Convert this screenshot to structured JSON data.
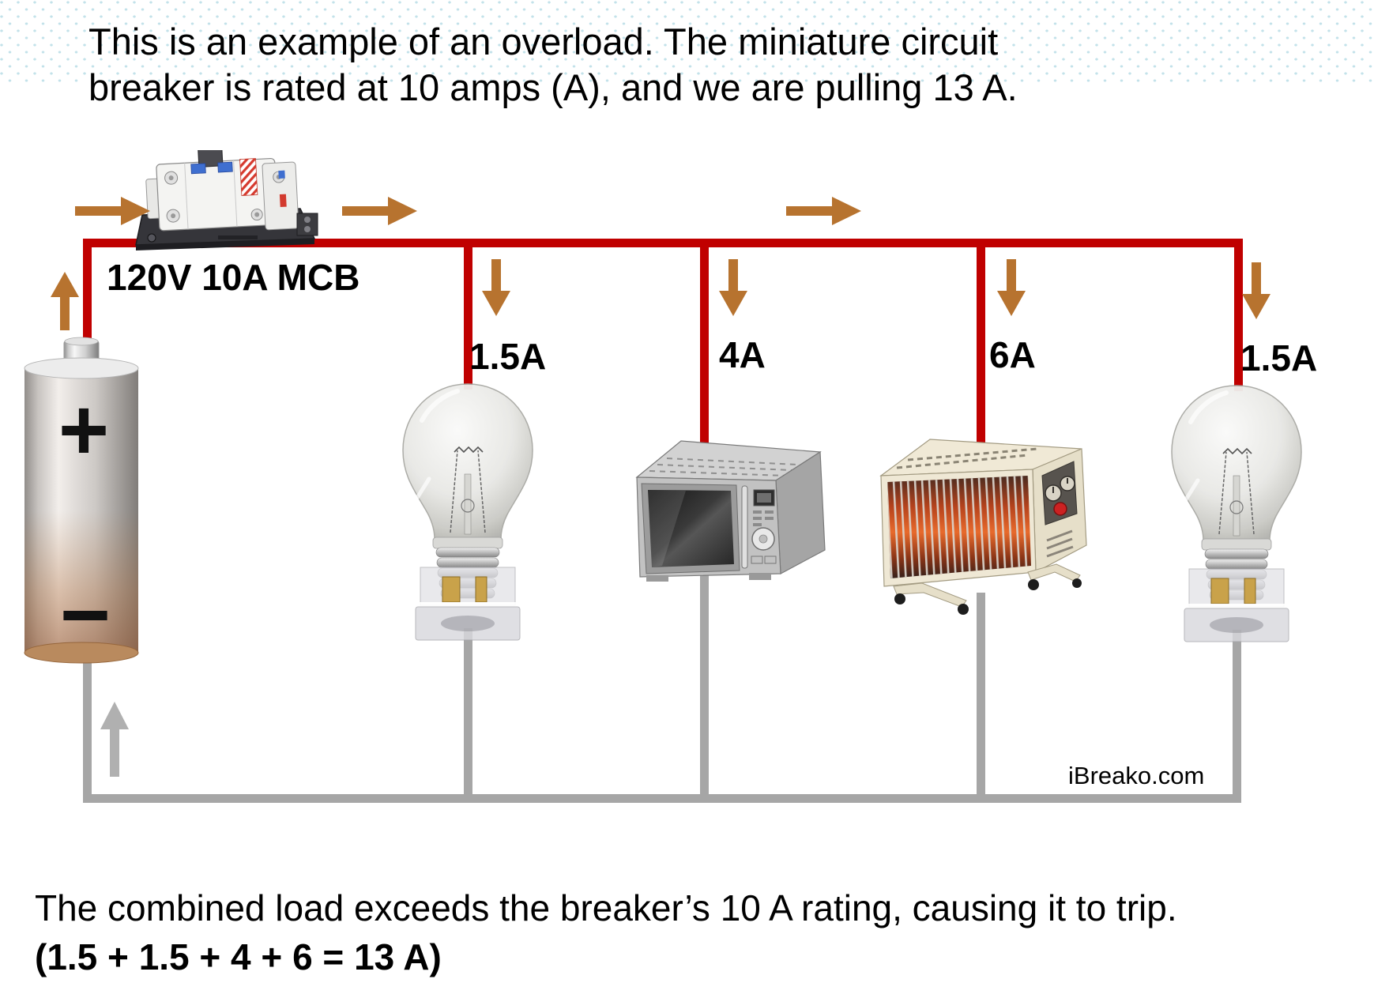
{
  "colors": {
    "background": "#ffffff",
    "wire_hot": "#c00000",
    "wire_neutral": "#a6a6a6",
    "arrow_flow": "#b7732f",
    "arrow_return": "#b0b0b0",
    "dot_color": "#c3e2ea"
  },
  "header": {
    "line1": "This is an example of an overload. The miniature circuit",
    "line2": "breaker is rated at 10 amps (A), and we are pulling 13 A."
  },
  "diagram": {
    "breaker_label": "120V 10A MCB",
    "source_positive": "+",
    "source_negative": "−",
    "branch_labels": [
      "1.5A",
      "4A",
      "6A",
      "1.5A"
    ],
    "watermark": "iBreako.com"
  },
  "icons": {
    "battery": "cylindrical battery with + and − terminals",
    "mcb": "miniature circuit breaker on mounting plate",
    "light_bulb": "clear incandescent bulb in holder block",
    "microwave": "gray microwave oven",
    "space_heater": "radiant space heater with glowing elements",
    "flow_arrow": "solid arrow showing current direction"
  },
  "footer": {
    "line1": "The combined load exceeds the breaker’s 10 A rating, causing it to trip.",
    "line2": "(1.5 + 1.5 + 4 + 6 = 13 A)"
  }
}
